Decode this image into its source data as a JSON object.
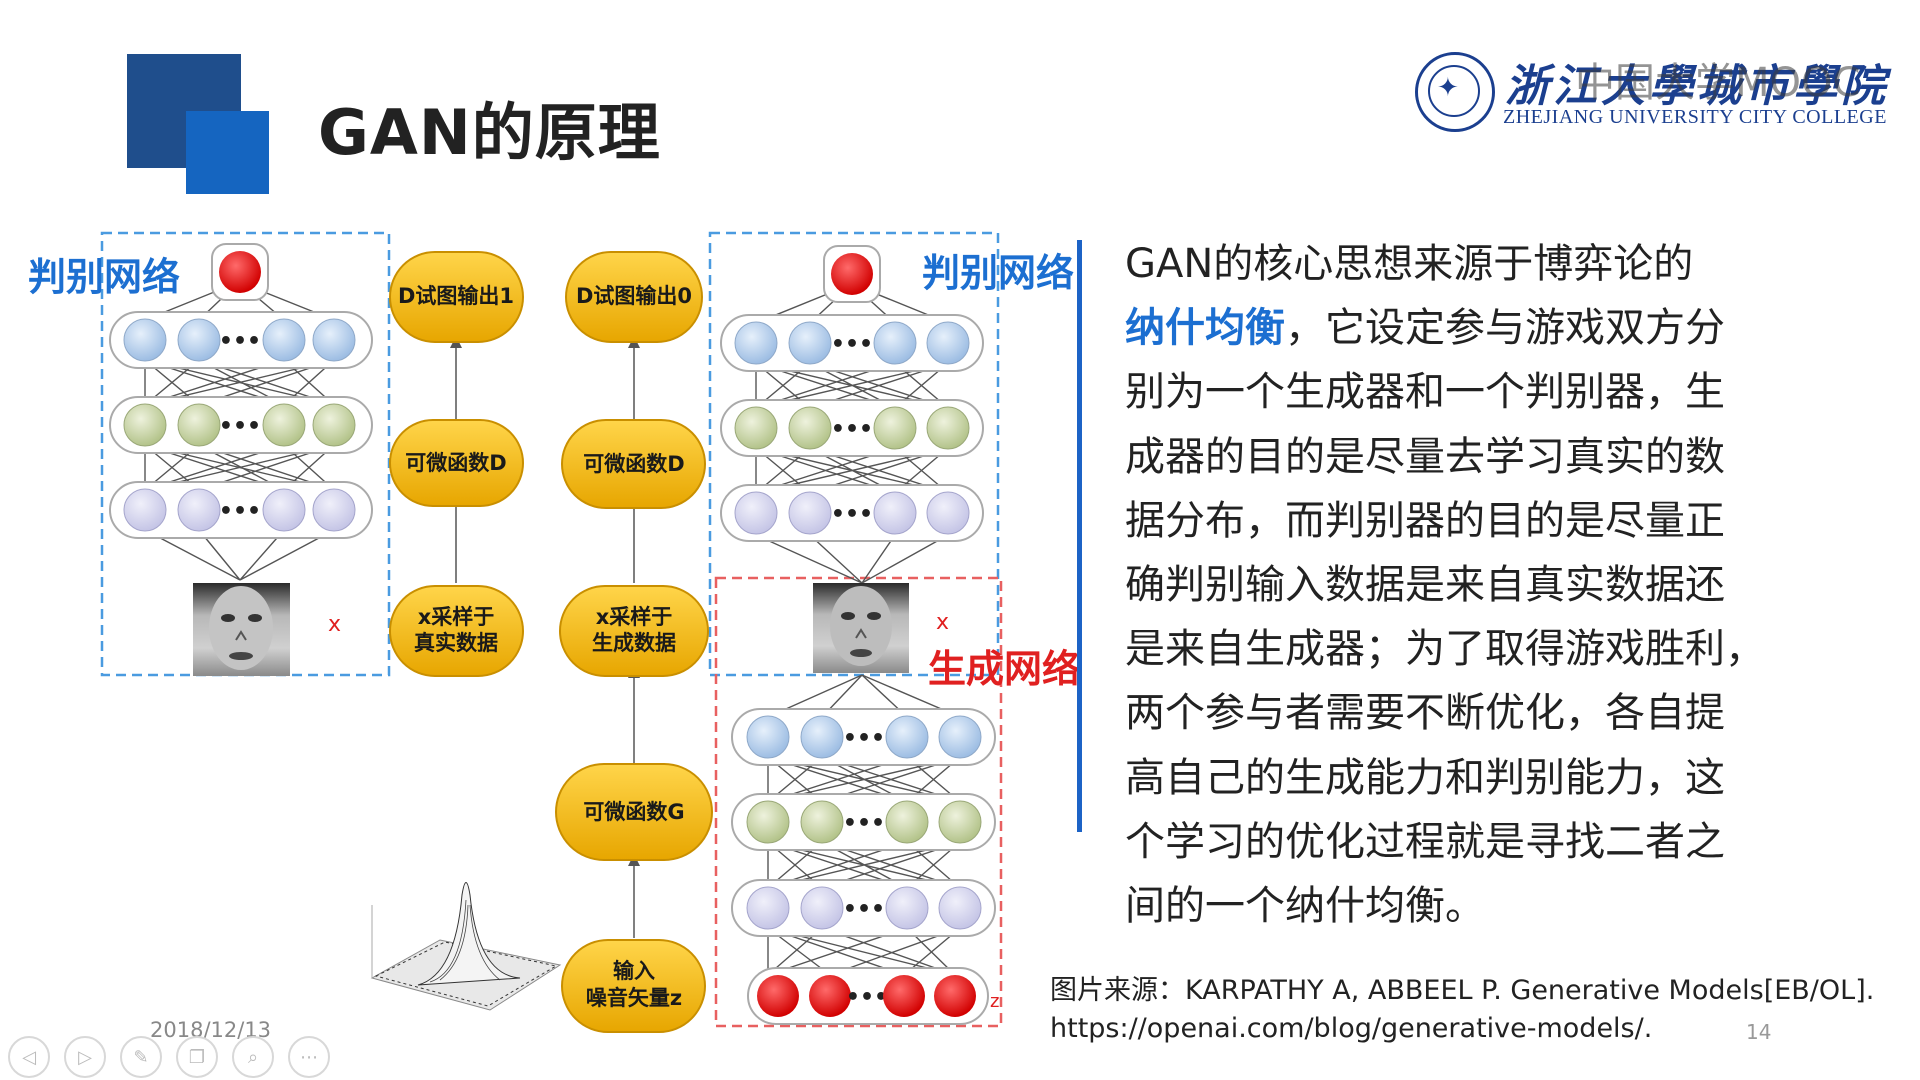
{
  "slide": {
    "title": "GAN的原理",
    "date": "2018/12/13",
    "page_number": "14"
  },
  "logo": {
    "cn": "浙江大學城市學院",
    "en": "ZHEJIANG UNIVERSITY CITY COLLEGE",
    "watermark": "中国大学MOOC"
  },
  "diagram": {
    "left_label": "判别网络",
    "right_label": "判别网络",
    "gen_label": "生成网络",
    "x_left": "x",
    "x_right": "x",
    "z_label": "z",
    "col1": {
      "top": "D试图输出1",
      "mid": "可微函数D",
      "bottom": [
        "x采样于",
        "真实数据"
      ]
    },
    "col2": {
      "top": "D试图输出0",
      "mid": "可微函数D",
      "bottom": [
        "x采样于",
        "生成数据"
      ],
      "gen": "可微函数G",
      "input": [
        "输入",
        "噪音矢量z"
      ]
    },
    "node_colors": {
      "blue": "#b9d0ec",
      "green": "#c9d5a9",
      "lavender": "#d6d6ee",
      "red": "#e01010",
      "yellow": "#f5b800"
    }
  },
  "text": {
    "line1": "GAN的核心思想来源于博弈论的",
    "highlight": "纳什均衡",
    "line2_rest": "，它设定参与游戏双方分",
    "lines": [
      "别为一个生成器和一个判别器，生",
      "成器的目的是尽量去学习真实的数",
      "据分布，而判别器的目的是尽量正",
      "确判别输入数据是来自真实数据还",
      "是来自生成器；为了取得游戏胜利，",
      "两个参与者需要不断优化，各自提",
      "高自己的生成能力和判别能力，这",
      "个学习的优化过程就是寻找二者之",
      "间的一个纳什均衡。"
    ]
  },
  "source": {
    "line1": "图片来源：KARPATHY A, ABBEEL P. Generative Models[EB/OL].",
    "line2": "https://openai.com/blog/generative-models/."
  },
  "controls": [
    "◁",
    "▷",
    "✎",
    "❐",
    "⌕",
    "⋯"
  ]
}
